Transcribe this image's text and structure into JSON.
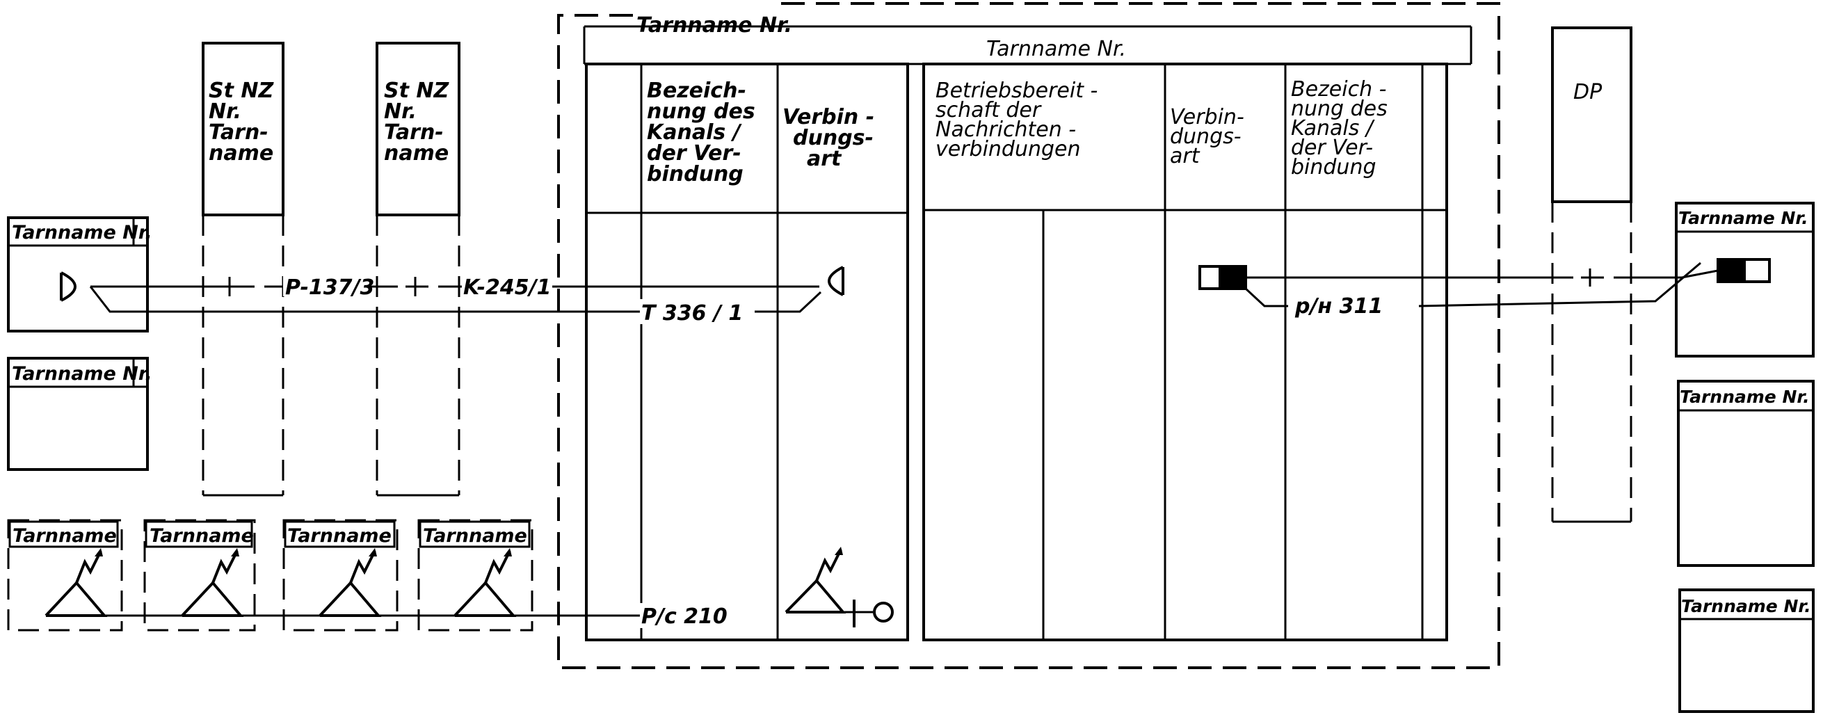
{
  "outer_box": {
    "title": "Tarnname  Nr."
  },
  "inner_box": {
    "title": "Tarnname  Nr."
  },
  "left_table": {
    "headers": [
      [
        "Bezeich-",
        "nung des",
        "Kanals /",
        "der Ver-",
        "bindung"
      ],
      [
        "Verbin -",
        "dungs-",
        "art"
      ]
    ]
  },
  "right_table": {
    "headers": [
      [
        "Betriebsbereit -",
        "schaft  der",
        "Nachrichten -",
        "verbindungen"
      ],
      [
        "Verbin-",
        "dungs-",
        "art"
      ],
      [
        "Bezeich -",
        "nung des",
        "Kanals /",
        "der Ver-",
        "bindung"
      ]
    ]
  },
  "stations": [
    {
      "lines": [
        "St NZ",
        "Nr.",
        "Tarn-",
        "name"
      ]
    },
    {
      "lines": [
        "St NZ",
        "Nr.",
        "Tarn-",
        "name"
      ]
    }
  ],
  "dp": {
    "label": "DP"
  },
  "left_boxes": [
    {
      "label": "Tarnname  Nr."
    },
    {
      "label": "Tarnname  Nr."
    }
  ],
  "radio_boxes": [
    {
      "label": "Tarnname"
    },
    {
      "label": "Tarnname"
    },
    {
      "label": "Tarnname"
    },
    {
      "label": "Tarnname"
    }
  ],
  "right_boxes": [
    {
      "label": "Tarnname Nr."
    },
    {
      "label": "Tarnname Nr."
    },
    {
      "label": "Tarnname Nr."
    }
  ],
  "signals": {
    "p137": "P-137/3",
    "k245": "K-245/1",
    "t336": "T 336 / 1",
    "pc210": "P/c  210",
    "pn311": "p/н  311",
    "plus": "+"
  }
}
